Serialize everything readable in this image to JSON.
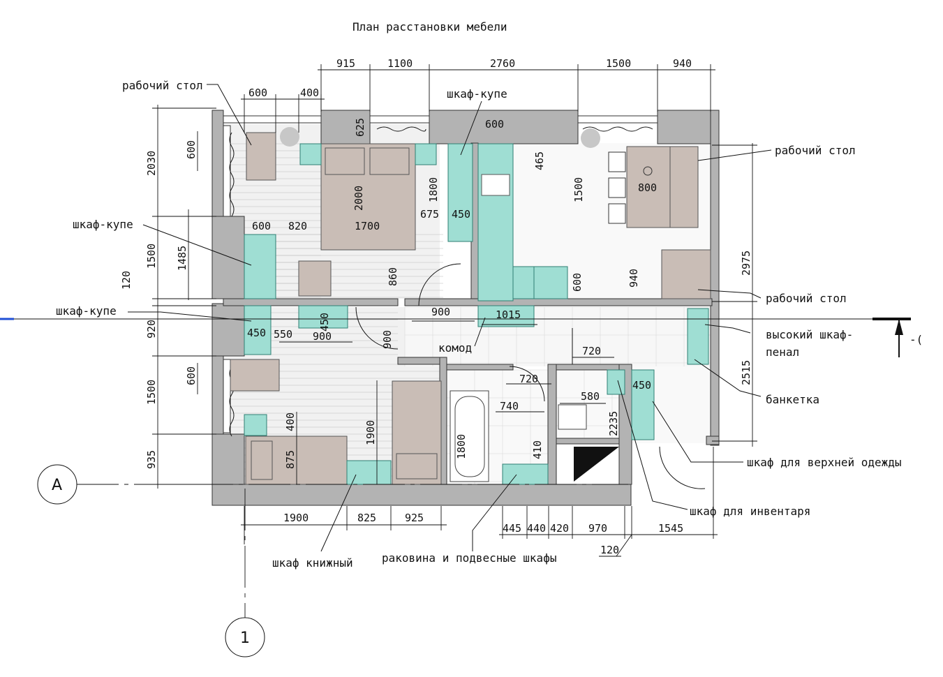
{
  "title": "План расстановки мебели",
  "axes": {
    "row": "A",
    "column": "1"
  },
  "section_mark": "-(",
  "dimensions": {
    "top": [
      "915",
      "1100",
      "2760",
      "1500",
      "940"
    ],
    "top_inner": [
      "600",
      "400"
    ],
    "left": [
      "2030",
      "1500",
      "120",
      "920",
      "1500",
      "935"
    ],
    "left_inner": [
      "600",
      "1485",
      "600"
    ],
    "right": [
      "2975",
      "2515"
    ],
    "bottom": [
      "1900",
      "825",
      "925",
      "445",
      "440",
      "420",
      "970",
      "1545",
      "120"
    ],
    "inner": {
      "d625": "625",
      "d600k": "600",
      "d465": "465",
      "d1500k": "1500",
      "d800": "800",
      "d940": "940",
      "d600c": "600",
      "d600w": "600",
      "d820": "820",
      "d1700": "1700",
      "d2000": "2000",
      "d1800": "1800",
      "d675": "675",
      "d450w": "450",
      "d860": "860",
      "d900d": "900",
      "d1015": "1015",
      "d450a": "450",
      "d550": "550",
      "d450b": "450",
      "d900a": "900",
      "d900v": "900",
      "d720a": "720",
      "d720b": "720",
      "d740": "740",
      "d580": "580",
      "d450c": "450",
      "d2235": "2235",
      "d1800b": "1800",
      "d410": "410",
      "d400": "400",
      "d875": "875",
      "d1900v": "1900"
    }
  },
  "labels": {
    "desk_top_left": "рабочий стол",
    "wardrobe_top": "шкаф-купе",
    "desk_top_right": "рабочий стол",
    "wardrobe_left1": "шкаф-купе",
    "desk_right": "рабочий стол",
    "wardrobe_left2": "шкаф-купе",
    "tall_cabinet_1": "высокий шкаф-",
    "tall_cabinet_2": "пенал",
    "dresser": "комод",
    "bench": "банкетка",
    "outerwear": "шкаф для верхней одежды",
    "inventory": "шкаф для инвентаря",
    "bookcase": "шкаф книжный",
    "sink": "раковина и подвесные шкафы"
  },
  "colors": {
    "wall": "#b3b3b3",
    "furniture": "#c9bdb6",
    "cabinet": "#9fded3",
    "floor": "#f1f1f1",
    "axis_marker": "#1f4fd6"
  }
}
